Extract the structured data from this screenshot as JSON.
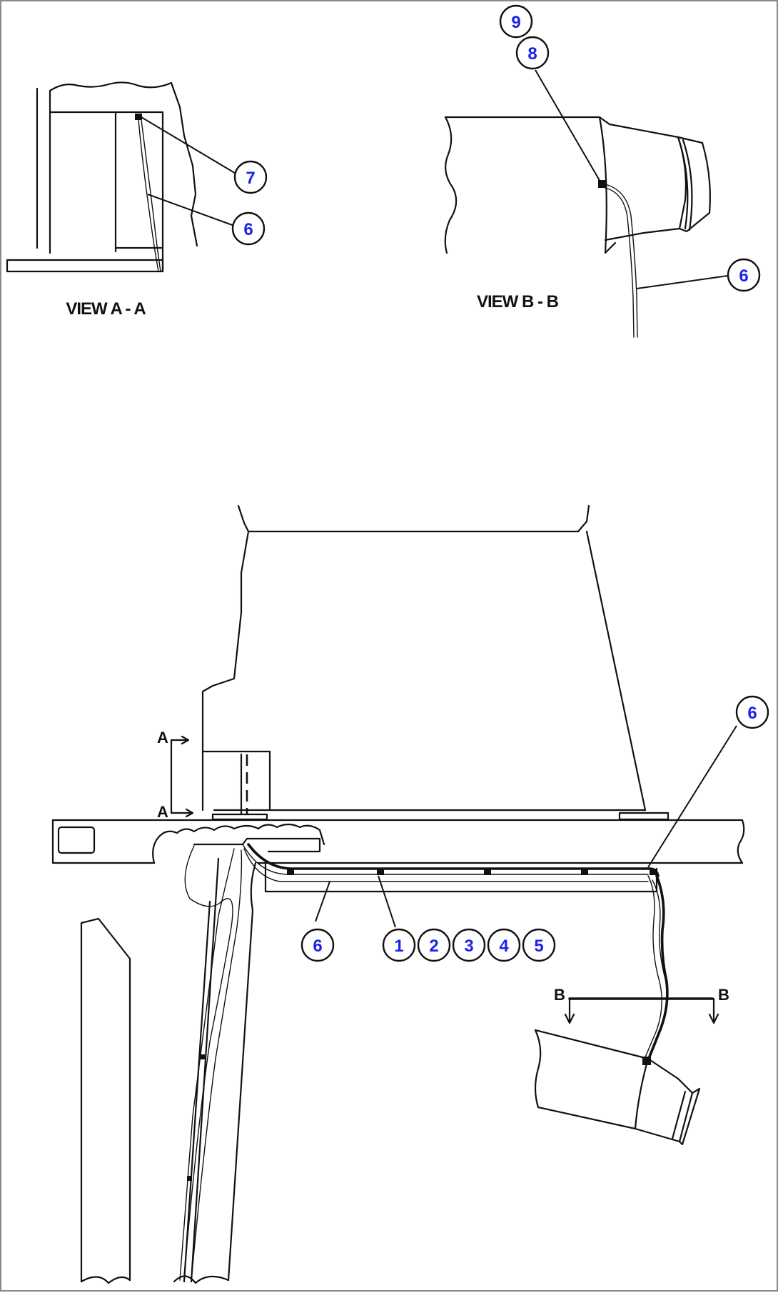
{
  "view_titles": {
    "view_a": "VIEW A - A",
    "view_b": "VIEW B - B"
  },
  "section_markers": {
    "a_top": "A",
    "a_bottom": "A",
    "b_left": "B",
    "b_right": "B"
  },
  "callouts": {
    "view_a_fitting": "7",
    "view_a_line": "6",
    "view_b_item_9": "9",
    "view_b_item_8": "8",
    "view_b_line": "6",
    "main_line_right": "6",
    "main_line_left": "6",
    "clip_1": "1",
    "clip_2": "2",
    "clip_3": "3",
    "clip_4": "4",
    "clip_5": "5"
  }
}
